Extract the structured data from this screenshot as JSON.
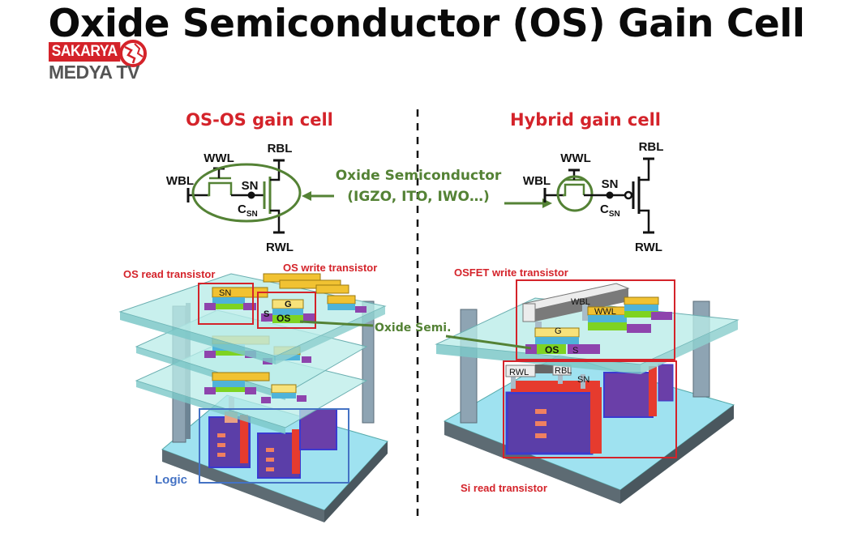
{
  "slide": {
    "title": "Oxide Semiconductor (OS) Gain Cell"
  },
  "logo": {
    "line1": "SAKARYA",
    "line2": "MEDYA TV"
  },
  "colors": {
    "heading_red": "#d4232a",
    "oxide_green": "#548235",
    "logic_blue": "#4472c4",
    "text_black": "#111111"
  },
  "left_panel": {
    "heading": "OS-OS gain cell",
    "circuit": {
      "wwl": "WWL",
      "wbl": "WBL",
      "sn": "SN",
      "csn_main": "C",
      "csn_sub": "SN",
      "rbl": "RBL",
      "rwl": "RWL"
    },
    "labels": {
      "read_transistor": "OS read transistor",
      "write_transistor": "OS write transistor",
      "sn": "SN",
      "g": "G",
      "os": "OS",
      "s": "S",
      "logic": "Logic"
    }
  },
  "center": {
    "oxide_line1": "Oxide Semiconductor",
    "oxide_line2": "(IGZO, ITO, IWO…)",
    "oxide_semi": "Oxide Semi."
  },
  "right_panel": {
    "heading": "Hybrid gain cell",
    "circuit": {
      "wwl": "WWL",
      "wbl": "WBL",
      "sn": "SN",
      "csn_main": "C",
      "csn_sub": "SN",
      "rbl": "RBL",
      "rwl": "RWL"
    },
    "labels": {
      "write_transistor": "OSFET write transistor",
      "wbl": "WBL",
      "wwl": "WWL",
      "g": "G",
      "os": "OS",
      "s": "S",
      "rwl": "RWL",
      "rbl": "RBL",
      "sn": "SN",
      "read_transistor": "Si read transistor"
    }
  }
}
